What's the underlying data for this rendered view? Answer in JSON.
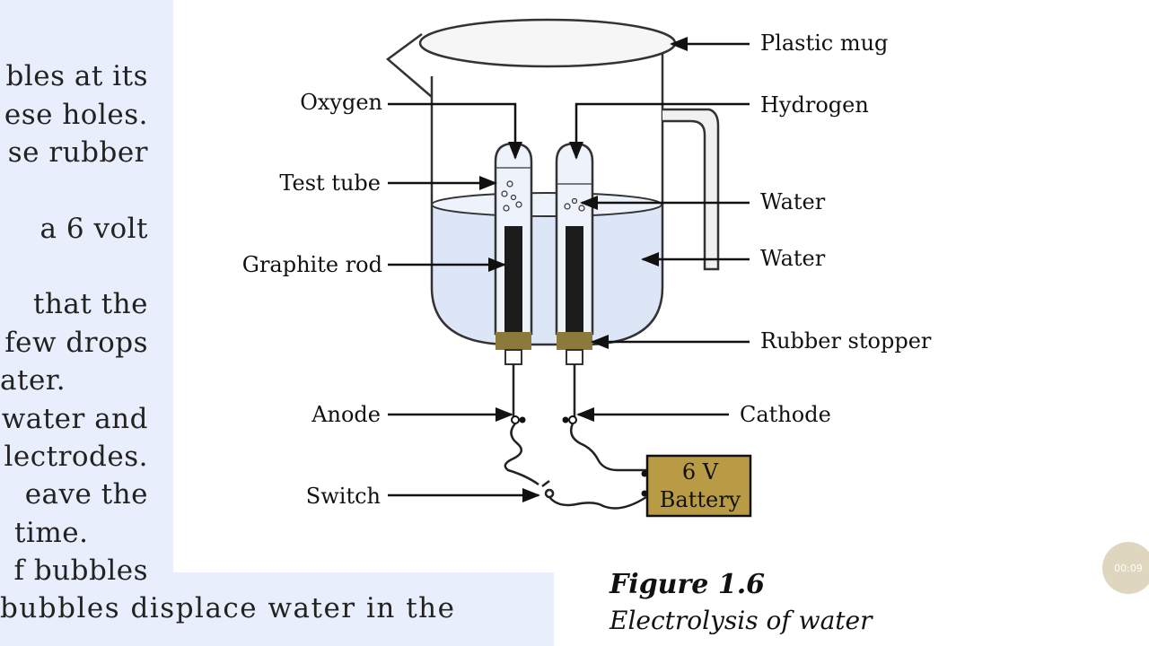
{
  "left_text": [
    "bles at its",
    "ese holes.",
    "se rubber",
    "a 6 volt",
    "that the",
    "few drops",
    "ater.",
    "water and",
    "lectrodes.",
    "eave the",
    "time.",
    "f bubbles"
  ],
  "bottom_text": "bubbles displace water in the",
  "labels": {
    "plastic_mug": "Plastic mug",
    "oxygen": "Oxygen",
    "hydrogen": "Hydrogen",
    "test_tube": "Test tube",
    "water_tube": "Water",
    "water_mug": "Water",
    "graphite_rod": "Graphite rod",
    "rubber_stopper": "Rubber stopper",
    "anode": "Anode",
    "cathode": "Cathode",
    "switch": "Switch",
    "battery_line1": "6 V",
    "battery_line2": "Battery"
  },
  "caption": {
    "title": "Figure 1.6",
    "subtitle": "Electrolysis of water"
  },
  "timer": "00:09",
  "colors": {
    "water": "#dde6f7",
    "rod": "#1c1c1c",
    "stopper": "#8c7a3c",
    "battery": "#b99b45",
    "side_panel": "#e8eefb"
  }
}
